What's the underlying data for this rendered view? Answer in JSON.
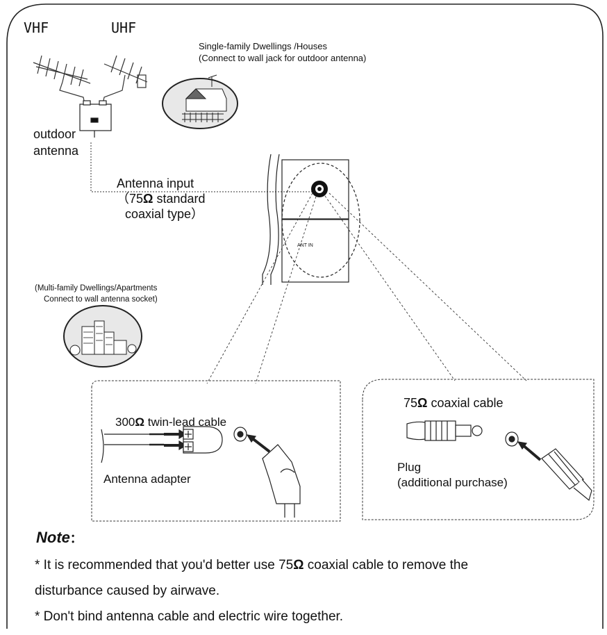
{
  "labels": {
    "vhf": "VHF",
    "uhf": "UHF",
    "house_line1": "Single-family Dwellings /Houses",
    "house_line2": "(Connect to wall jack for outdoor antenna)",
    "outdoor_line1": "outdoor",
    "outdoor_line2": "antenna",
    "antenna_input_line1": "Antenna input",
    "antenna_input_line2a": "（75",
    "antenna_input_line2b": " standard",
    "antenna_input_line3": "coaxial type）",
    "omega": "Ω",
    "apartment_line1": "(Multi-family Dwellings/Apartments",
    "apartment_line2": "Connect to wall antenna socket)",
    "ant_in": "ANT  IN",
    "twin_lead_num": "300",
    "twin_lead_text": " twin-lead cable",
    "antenna_adapter": "Antenna adapter",
    "coaxial_num": "75",
    "coaxial_text": " coaxial cable",
    "plug_line1": "Plug",
    "plug_line2": "(additional purchase)"
  },
  "note": {
    "title": "Note",
    "title_suffix": "：",
    "line1a": "* It is recommended that you'd better use 75",
    "line1b": " coaxial cable to remove  the",
    "line2": "disturbance caused by airwave.",
    "line3": "* Don't bind antenna cable and electric wire together."
  }
}
